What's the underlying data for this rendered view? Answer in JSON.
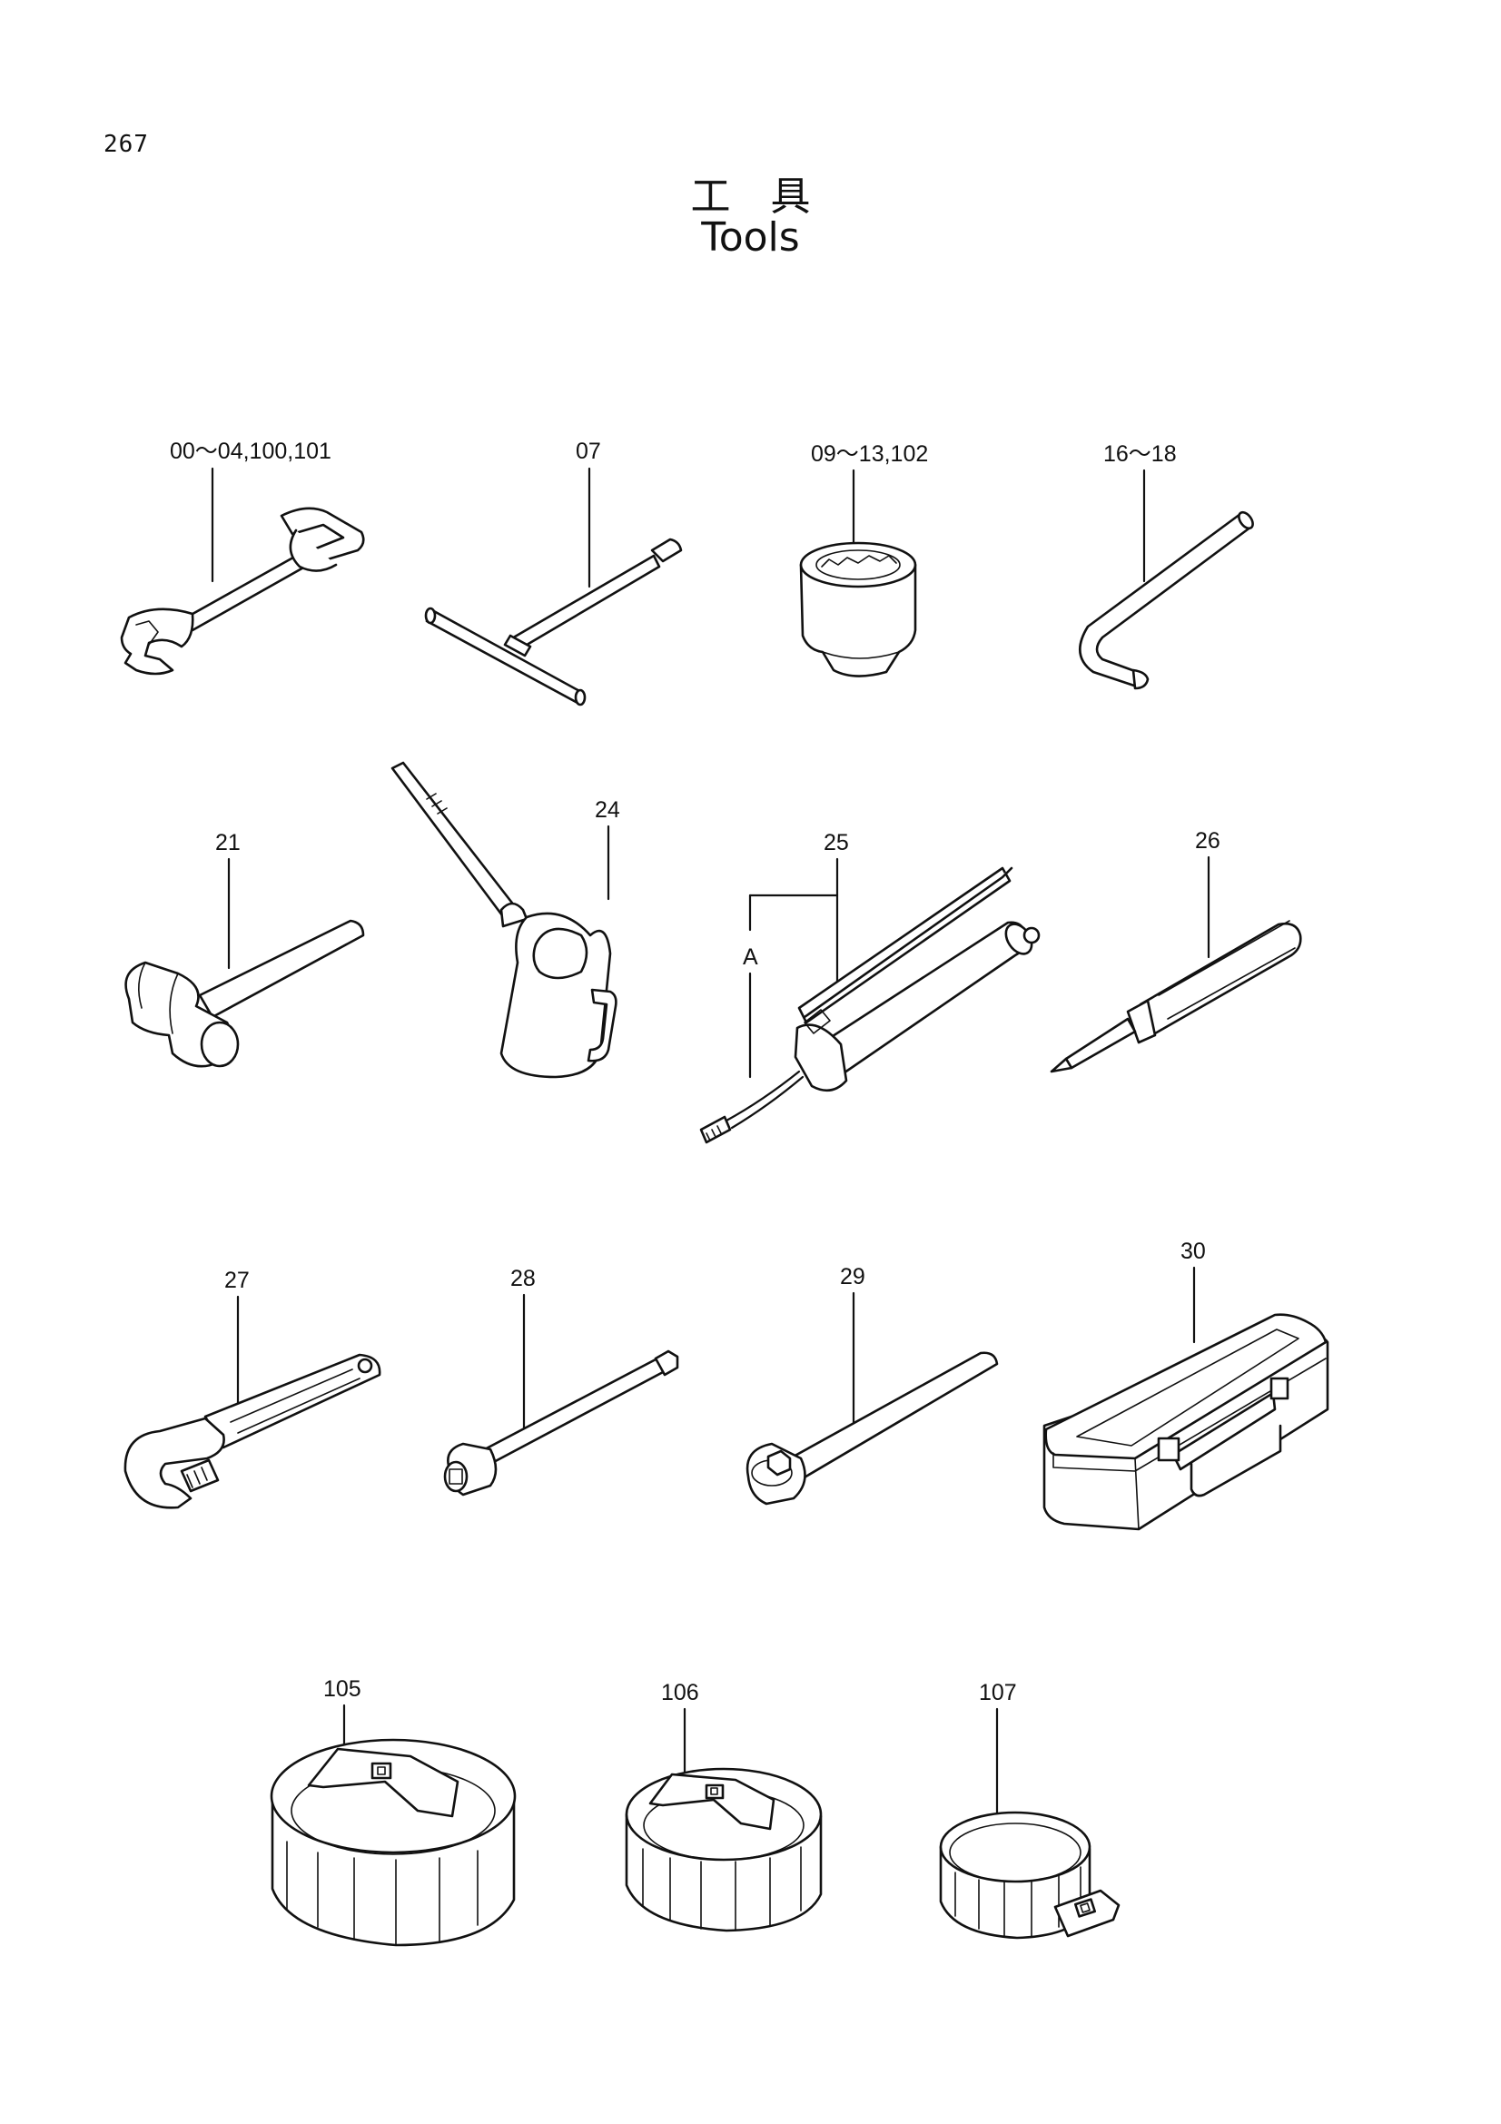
{
  "page": {
    "number": "267",
    "title_jp": "工　具",
    "title_en": "Tools"
  },
  "parts": {
    "wrench": {
      "label": "00～04,100,101"
    },
    "t_wrench": {
      "label": "07"
    },
    "socket": {
      "label": "09～13,102"
    },
    "hex_key": {
      "label": "16～18"
    },
    "hammer": {
      "label": "21"
    },
    "oil_can": {
      "label": "24"
    },
    "grease_gun": {
      "label": "25",
      "sub_label": "A"
    },
    "screwdriver": {
      "label": "26"
    },
    "adjustable_wrench": {
      "label": "27"
    },
    "extension_bar": {
      "label": "28"
    },
    "ratchet_handle": {
      "label": "29"
    },
    "tool_box": {
      "label": "30"
    },
    "filter_wrench_large": {
      "label": "105"
    },
    "filter_wrench_medium": {
      "label": "106"
    },
    "filter_wrench_strap": {
      "label": "107"
    }
  }
}
